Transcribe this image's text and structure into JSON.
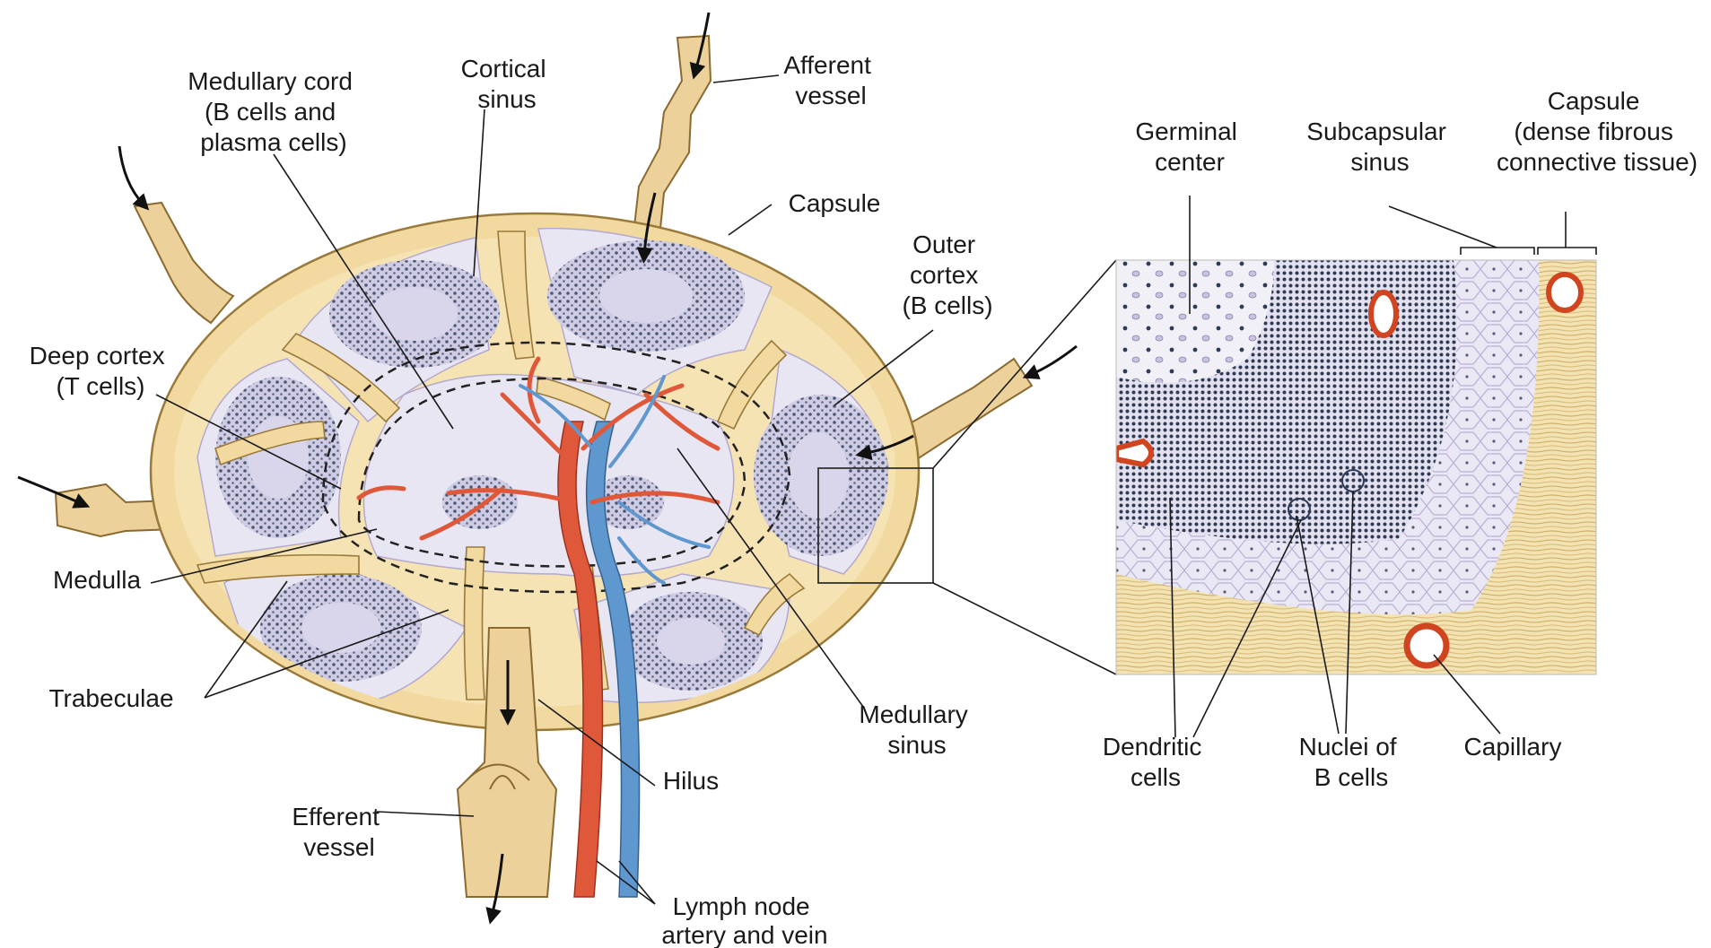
{
  "figure": {
    "whole_node_labels": {
      "medullary_cord": [
        "Medullary cord",
        "(B cells and",
        "plasma cells)"
      ],
      "cortical_sinus": [
        "Cortical",
        "sinus"
      ],
      "afferent_vessel": [
        "Afferent",
        "vessel"
      ],
      "capsule": "Capsule",
      "outer_cortex": [
        "Outer",
        "cortex",
        "(B cells)"
      ],
      "deep_cortex": [
        "Deep cortex",
        "(T cells)"
      ],
      "medulla": "Medulla",
      "trabeculae": "Trabeculae",
      "medullary_sinus": [
        "Medullary",
        "sinus"
      ],
      "hilus": "Hilus",
      "efferent_vessel": [
        "Efferent",
        "vessel"
      ],
      "lymph_node_artery_vein": [
        "Lymph node",
        "artery and vein"
      ]
    },
    "detail_labels": {
      "germinal_center": [
        "Germinal",
        "center"
      ],
      "subcapsular_sinus": [
        "Subcapsular",
        "sinus"
      ],
      "detail_capsule": [
        "Capsule",
        "(dense fibrous",
        "connective tissue)"
      ],
      "dendritic_cells": [
        "Dendritic",
        "cells"
      ],
      "nuclei_b_cells": [
        "Nuclei of",
        "B cells"
      ],
      "capillary": "Capillary"
    },
    "colors": {
      "capsule": "#f1d9a0",
      "tissue": "#e9e6f4",
      "artery": "#e0583a",
      "vein": "#5f97cf",
      "cells": "#3a4a66"
    }
  }
}
